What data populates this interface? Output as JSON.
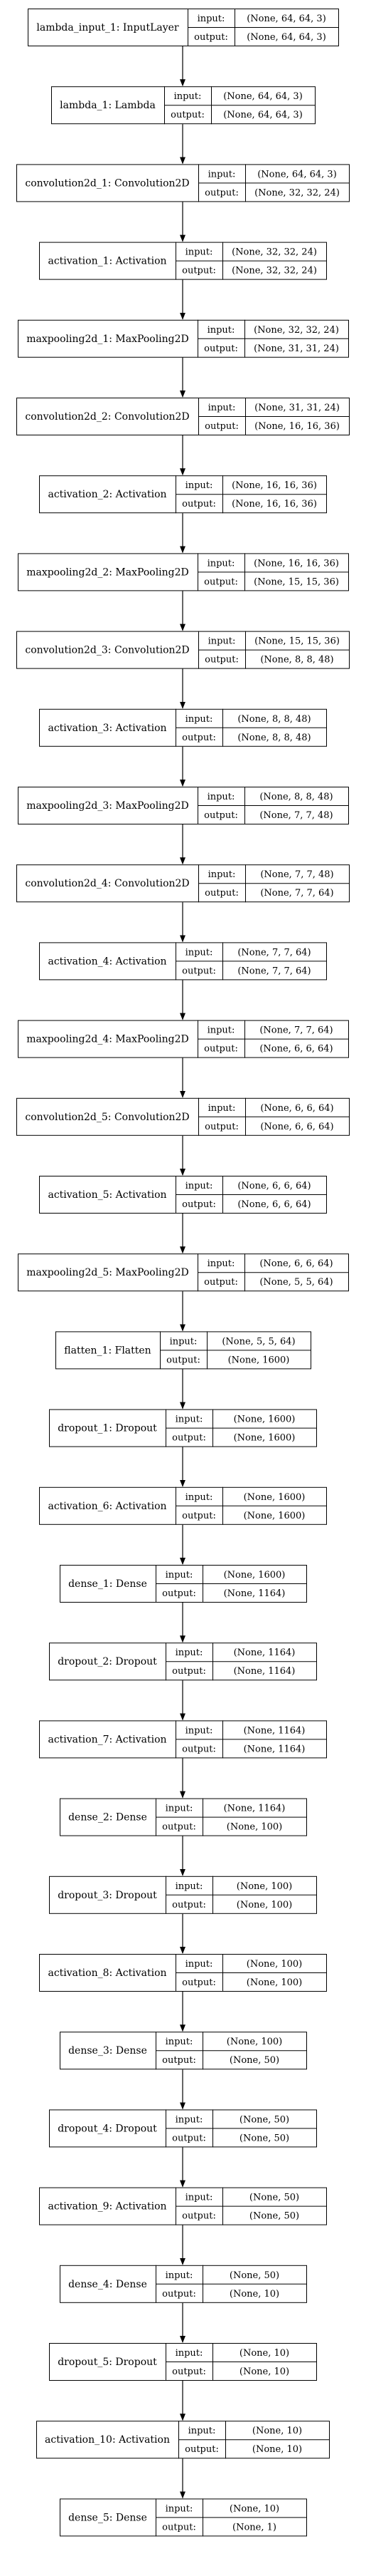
{
  "layers": [
    {
      "name": "lambda_input_1: InputLayer",
      "input": "(None, 64, 64, 3)",
      "output": "(None, 64, 64, 3)"
    },
    {
      "name": "lambda_1: Lambda",
      "input": "(None, 64, 64, 3)",
      "output": "(None, 64, 64, 3)"
    },
    {
      "name": "convolution2d_1: Convolution2D",
      "input": "(None, 64, 64, 3)",
      "output": "(None, 32, 32, 24)"
    },
    {
      "name": "activation_1: Activation",
      "input": "(None, 32, 32, 24)",
      "output": "(None, 32, 32, 24)"
    },
    {
      "name": "maxpooling2d_1: MaxPooling2D",
      "input": "(None, 32, 32, 24)",
      "output": "(None, 31, 31, 24)"
    },
    {
      "name": "convolution2d_2: Convolution2D",
      "input": "(None, 31, 31, 24)",
      "output": "(None, 16, 16, 36)"
    },
    {
      "name": "activation_2: Activation",
      "input": "(None, 16, 16, 36)",
      "output": "(None, 16, 16, 36)"
    },
    {
      "name": "maxpooling2d_2: MaxPooling2D",
      "input": "(None, 16, 16, 36)",
      "output": "(None, 15, 15, 36)"
    },
    {
      "name": "convolution2d_3: Convolution2D",
      "input": "(None, 15, 15, 36)",
      "output": "(None, 8, 8, 48)"
    },
    {
      "name": "activation_3: Activation",
      "input": "(None, 8, 8, 48)",
      "output": "(None, 8, 8, 48)"
    },
    {
      "name": "maxpooling2d_3: MaxPooling2D",
      "input": "(None, 8, 8, 48)",
      "output": "(None, 7, 7, 48)"
    },
    {
      "name": "convolution2d_4: Convolution2D",
      "input": "(None, 7, 7, 48)",
      "output": "(None, 7, 7, 64)"
    },
    {
      "name": "activation_4: Activation",
      "input": "(None, 7, 7, 64)",
      "output": "(None, 7, 7, 64)"
    },
    {
      "name": "maxpooling2d_4: MaxPooling2D",
      "input": "(None, 7, 7, 64)",
      "output": "(None, 6, 6, 64)"
    },
    {
      "name": "convolution2d_5: Convolution2D",
      "input": "(None, 6, 6, 64)",
      "output": "(None, 6, 6, 64)"
    },
    {
      "name": "activation_5: Activation",
      "input": "(None, 6, 6, 64)",
      "output": "(None, 6, 6, 64)"
    },
    {
      "name": "maxpooling2d_5: MaxPooling2D",
      "input": "(None, 6, 6, 64)",
      "output": "(None, 5, 5, 64)"
    },
    {
      "name": "flatten_1: Flatten",
      "input": "(None, 5, 5, 64)",
      "output": "(None, 1600)"
    },
    {
      "name": "dropout_1: Dropout",
      "input": "(None, 1600)",
      "output": "(None, 1600)"
    },
    {
      "name": "activation_6: Activation",
      "input": "(None, 1600)",
      "output": "(None, 1600)"
    },
    {
      "name": "dense_1: Dense",
      "input": "(None, 1600)",
      "output": "(None, 1164)"
    },
    {
      "name": "dropout_2: Dropout",
      "input": "(None, 1164)",
      "output": "(None, 1164)"
    },
    {
      "name": "activation_7: Activation",
      "input": "(None, 1164)",
      "output": "(None, 1164)"
    },
    {
      "name": "dense_2: Dense",
      "input": "(None, 1164)",
      "output": "(None, 100)"
    },
    {
      "name": "dropout_3: Dropout",
      "input": "(None, 100)",
      "output": "(None, 100)"
    },
    {
      "name": "activation_8: Activation",
      "input": "(None, 100)",
      "output": "(None, 100)"
    },
    {
      "name": "dense_3: Dense",
      "input": "(None, 100)",
      "output": "(None, 50)"
    },
    {
      "name": "dropout_4: Dropout",
      "input": "(None, 50)",
      "output": "(None, 50)"
    },
    {
      "name": "activation_9: Activation",
      "input": "(None, 50)",
      "output": "(None, 50)"
    },
    {
      "name": "dense_4: Dense",
      "input": "(None, 50)",
      "output": "(None, 10)"
    },
    {
      "name": "dropout_5: Dropout",
      "input": "(None, 10)",
      "output": "(None, 10)"
    },
    {
      "name": "activation_10: Activation",
      "input": "(None, 10)",
      "output": "(None, 10)"
    },
    {
      "name": "dense_5: Dense",
      "input": "(None, 10)",
      "output": "(None, 1)"
    }
  ],
  "io_labels": {
    "input": "input:",
    "output": "output:"
  }
}
